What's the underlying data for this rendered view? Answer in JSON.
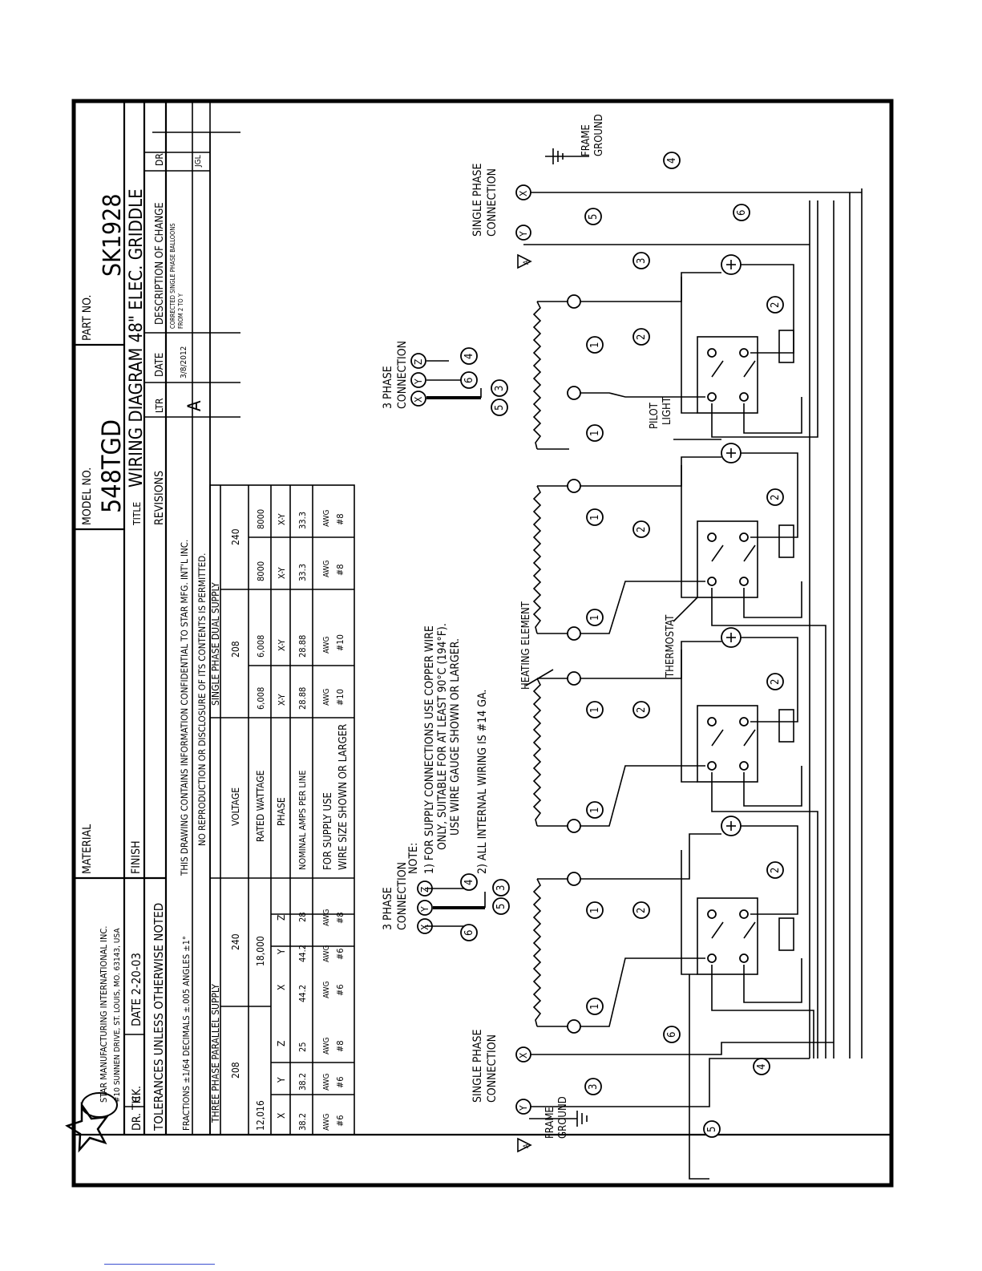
{
  "title_block": {
    "company_line1": "STAR MANUFACTURING INTERNATIONAL INC.",
    "company_line2": "#10 SUNNEN DRIVE, ST. LOUIS, MO. 63143, USA",
    "material_label": "MATERIAL",
    "finish_label": "FINISH",
    "model_label": "MODEL NO.",
    "model_no": "548TGD",
    "part_label": "PART NO.",
    "part_no": "SK1928",
    "title_label": "TITLE",
    "title": "WIRING DIAGRAM 48\" ELEC. GRIDDLE",
    "dr": "DR. TH",
    "ck": "CK.",
    "date": "DATE  2-20-03",
    "tolerances": "TOLERANCES UNLESS OTHERWISE NOTED",
    "fractions": "FRACTIONS ±1/64   DECIMALS ±.005   ANGLES ±1°",
    "confidential1": "THIS DRAWING CONTAINS INFORMATION CONFIDENTIAL TO STAR MFG. INT'L INC.",
    "confidential2": "NO REPRODUCTION OR DISCLOSURE OF ITS CONTENTS IS PERMITTED.",
    "revisions_label": "REVISIONS",
    "rev_headers": [
      "LTR",
      "DATE",
      "DESCRIPTION OF CHANGE",
      "DR"
    ],
    "rev_ltr": "A",
    "rev_date": "3/8/2012",
    "rev_desc1": "CORRECTED SINGLE PHASE BALLOONS",
    "rev_desc2": "FROM 2 TO Y",
    "rev_dr": "JGL"
  },
  "supply_table": {
    "three_phase_label": "THREE PHASE PARALLEL SUPPLY",
    "single_phase_label": "SINGLE PHASE DUAL SUPPLY",
    "row_labels": [
      "VOLTAGE",
      "RATED WATTAGE",
      "PHASE",
      "NOMINAL AMPS PER LINE",
      "FOR SUPPLY USE",
      "WIRE SIZE SHOWN OR LARGER"
    ],
    "tp_voltage": [
      "208",
      "240"
    ],
    "tp_wattage": [
      "12,016",
      "18,000"
    ],
    "tp_phase": [
      "X",
      "Y",
      "Z",
      "X",
      "Y",
      "Z"
    ],
    "tp_amps": [
      "38.2",
      "38.2",
      "25",
      "44.2",
      "44.2",
      "28"
    ],
    "tp_awg": [
      "AWG",
      "AWG",
      "AWG",
      "AWG",
      "AWG",
      "AWG"
    ],
    "tp_gauge": [
      "#6",
      "#6",
      "#8",
      "#6",
      "#6",
      "#8"
    ],
    "sp_voltage": [
      "208",
      "240"
    ],
    "sp_wattage": [
      "6,008",
      "6,008",
      "8000",
      "8000"
    ],
    "sp_phase": [
      "X-Y",
      "X-Y",
      "X-Y",
      "X-Y"
    ],
    "sp_amps": [
      "28.88",
      "28.88",
      "33.3",
      "33.3"
    ],
    "sp_awg": [
      "AWG",
      "AWG",
      "AWG",
      "AWG"
    ],
    "sp_gauge": [
      "#10",
      "#10",
      "#8",
      "#8"
    ]
  },
  "notes": {
    "title": "NOTE:",
    "n1a": "1)  FOR SUPPLY CONNECTIONS USE COPPER      WIRE",
    "n1b": "ONLY, SUITABLE FOR AT LEAST 90°C (194°F).",
    "n1c": "USE WIRE GAUGE SHOWN OR LARGER.",
    "n2": "2)  ALL INTERNAL WIRING IS #14 GA."
  },
  "labels": {
    "single_phase_1": "SINGLE PHASE",
    "single_phase_2": "CONNECTION",
    "three_phase_1": "3 PHASE",
    "three_phase_2": "CONNECTION",
    "frame_1": "FRAME",
    "frame_2": "GROUND",
    "heating_element": "HEATING ELEMENT",
    "thermostat": "THERMOSTAT",
    "pilot_1": "PILOT",
    "pilot_2": "LIGHT",
    "rev_marker": "A",
    "term_x": "X",
    "term_y": "Y",
    "term_z": "Z"
  },
  "wire_numbers": [
    "1",
    "2",
    "3",
    "4",
    "5",
    "6"
  ]
}
